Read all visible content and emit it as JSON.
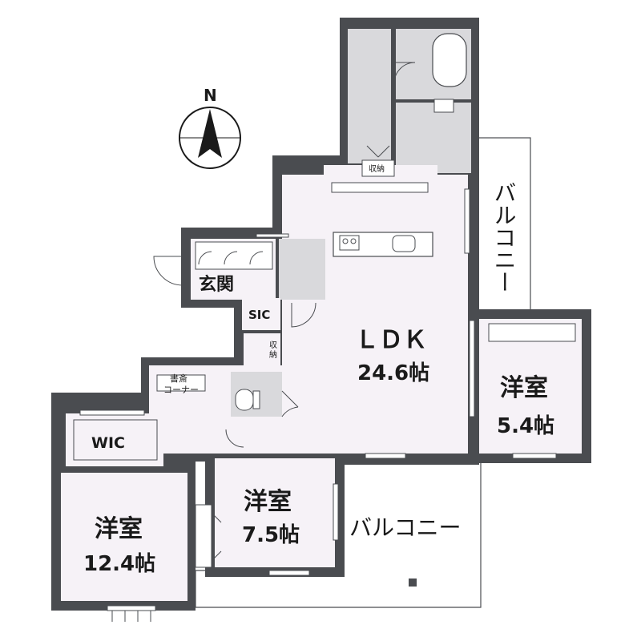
{
  "rooms": {
    "ldk_name": "ＬＤＫ",
    "ldk_size": "24.6帖",
    "west_room_name": "洋室",
    "west_room_size": "12.4帖",
    "center_room_name": "洋室",
    "center_room_size": "7.5帖",
    "east_room_name": "洋室",
    "east_room_size": "5.4帖",
    "entrance": "玄関",
    "sic": "SIC",
    "wic": "WIC",
    "storage_top": "収納",
    "storage_mid_1": "収",
    "storage_mid_2": "納",
    "study_1": "書斎",
    "study_2": "コーナー",
    "balcony_east": "バルコニー",
    "balcony_south": "バルコニー"
  },
  "compass": {
    "label": "N"
  },
  "colors": {
    "wall": "#4a4c50",
    "floor": "#f6f2f7",
    "wet": "#d9d9dc"
  }
}
